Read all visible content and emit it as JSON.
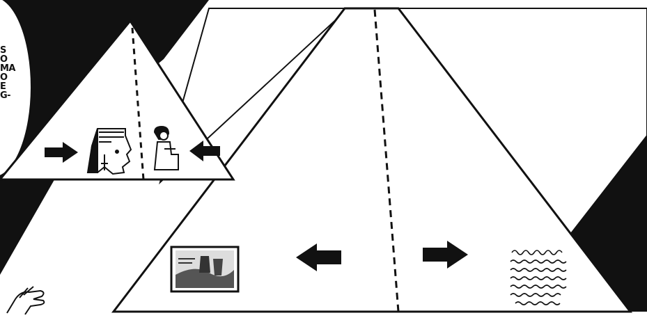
{
  "illustration": {
    "side_text_lines": [
      "S",
      "O",
      "MA",
      "O",
      "E",
      "G-"
    ],
    "background_color": "#ffffff",
    "ink_color": "#111111",
    "icons": {
      "top_left_arrow": "arrow-right-icon",
      "top_right_arrow": "arrow-left-icon",
      "pharaoh": "pharaoh-head-icon",
      "scribe": "seated-egyptian-figure-icon",
      "bottom_left_arrow": "arrow-left-icon",
      "bottom_right_arrow": "arrow-right-icon",
      "scene": "landscape-picture-icon",
      "text_block": "handwritten-text-icon",
      "hand": "open-hand-icon"
    }
  }
}
